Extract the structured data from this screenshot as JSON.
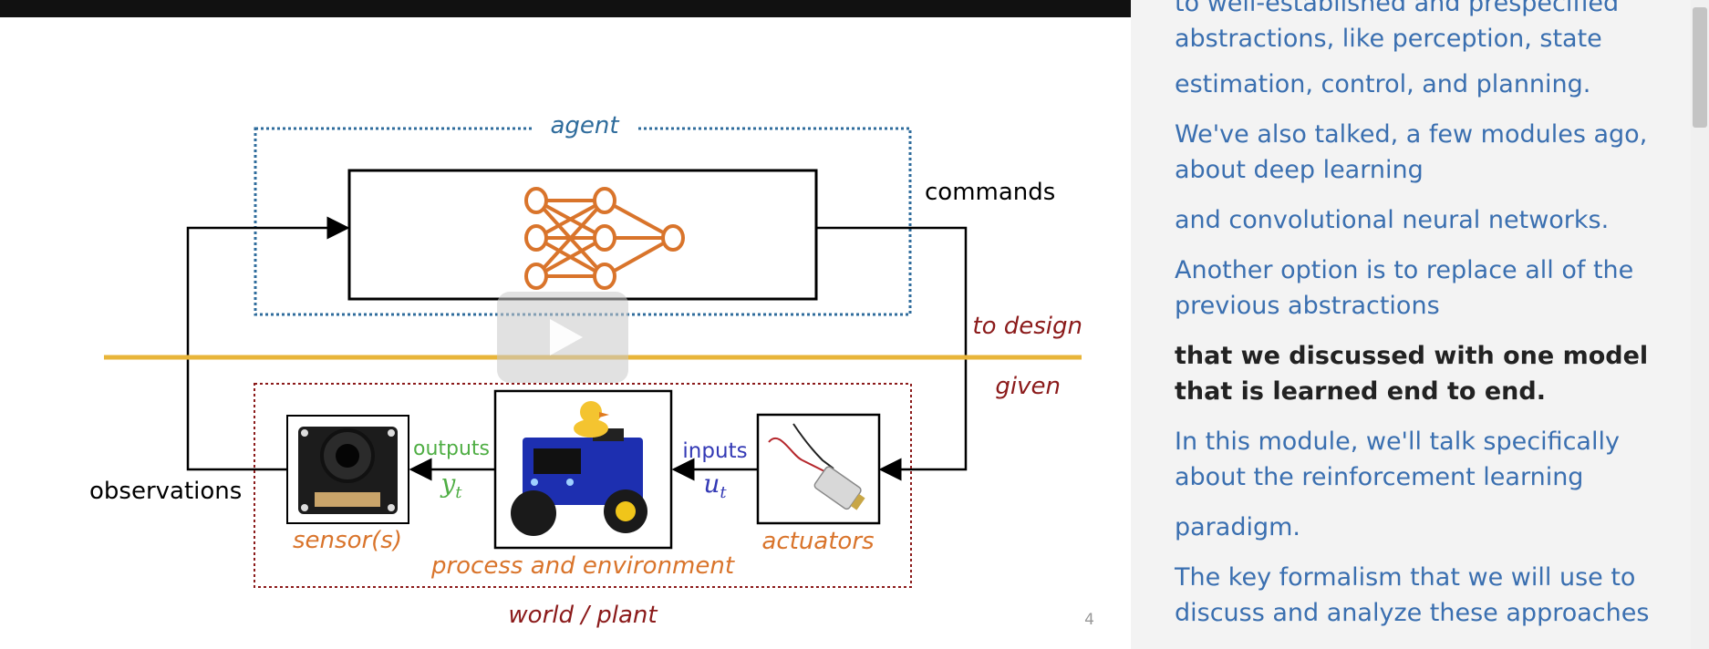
{
  "slide": {
    "agent_label": "agent",
    "commands_label": "commands",
    "to_design_label": "to design",
    "given_label": "given",
    "outputs_label": "outputs",
    "y_symbol": "y",
    "y_sub": "t",
    "inputs_label": "inputs",
    "u_symbol": "u",
    "u_sub": "t",
    "observations_label": "observations",
    "sensor_label": "sensor(s)",
    "process_label": "process and environment",
    "actuators_label": "actuators",
    "world_label": "world / plant",
    "page_number": "4"
  },
  "colors": {
    "agent_border": "#2f6c9c",
    "world_border": "#8b1a1a",
    "orange": "#d9742b",
    "divider": "#e8b53a",
    "green": "#4fae44",
    "blue": "#3339b5",
    "link_text": "#3a6fb0"
  },
  "transcript": {
    "cues": [
      "to well-established and prespecified abstractions, like perception, state",
      "estimation, control, and planning.",
      "We've also talked, a few modules ago, about deep learning",
      "and convolutional neural networks.",
      "Another option is to replace all of the previous abstractions",
      "that we discussed with one model that is learned end to end.",
      "In this module, we'll talk specifically about the reinforcement learning",
      "paradigm.",
      "The key formalism that we will use to discuss and analyze these approaches"
    ],
    "active_index": 5
  }
}
